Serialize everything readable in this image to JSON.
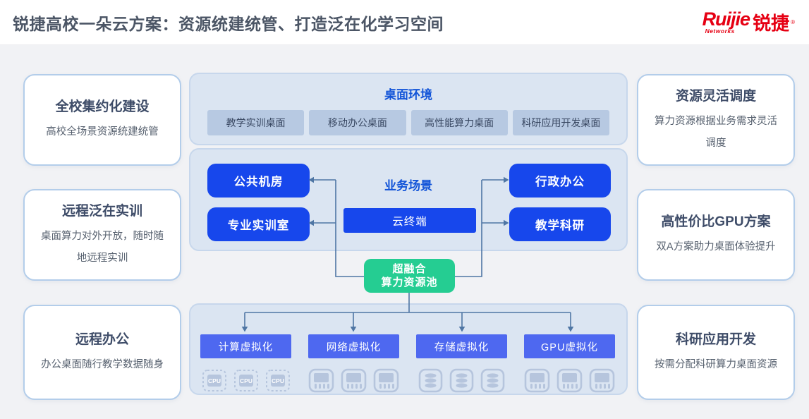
{
  "header": {
    "title": "锐捷高校一朵云方案：资源统建统管、打造泛在化学习空间",
    "logo": {
      "latin": "Ruijie",
      "networks": "Networks",
      "cn": "锐捷",
      "reg": "®"
    }
  },
  "left_cards": [
    {
      "title": "全校集约化建设",
      "desc": "高校全场景资源统建统管"
    },
    {
      "title": "远程泛在实训",
      "desc": "桌面算力对外开放，随时随地远程实训"
    },
    {
      "title": "远程办公",
      "desc": "办公桌面随行教学数据随身"
    }
  ],
  "right_cards": [
    {
      "title": "资源灵活调度",
      "desc": "算力资源根据业务需求灵活调度"
    },
    {
      "title": "高性价比GPU方案",
      "desc": "双A方案助力桌面体验提升"
    },
    {
      "title": "科研应用开发",
      "desc": "按需分配科研算力桌面资源"
    }
  ],
  "desktop_env": {
    "title": "桌面环境",
    "buttons": [
      "教学实训桌面",
      "移动办公桌面",
      "高性能算力桌面",
      "科研应用开发桌面"
    ]
  },
  "business": {
    "title": "业务场景",
    "left_boxes": [
      "公共机房",
      "专业实训室"
    ],
    "terminal": "云终端",
    "right_boxes": [
      "行政办公",
      "教学科研"
    ]
  },
  "pool": {
    "line1": "超融合",
    "line2": "算力资源池"
  },
  "virtualization": {
    "boxes": [
      {
        "label": "计算虚拟化",
        "icon": "cpu-chip-icon"
      },
      {
        "label": "网络虚拟化",
        "icon": "network-chip-icon"
      },
      {
        "label": "存储虚拟化",
        "icon": "storage-disk-icon"
      },
      {
        "label": "GPU虚拟化",
        "icon": "gpu-chip-icon"
      }
    ],
    "cpu_icon_text": "CPU"
  },
  "colors": {
    "accent_blue": "#1747ec",
    "title_blue": "#1254d8",
    "indigo": "#4e68f0",
    "green": "#25cd92",
    "connector": "#4f76a4",
    "logo_red": "#e60013",
    "icon_gray_blue": "#b6c5dd"
  }
}
